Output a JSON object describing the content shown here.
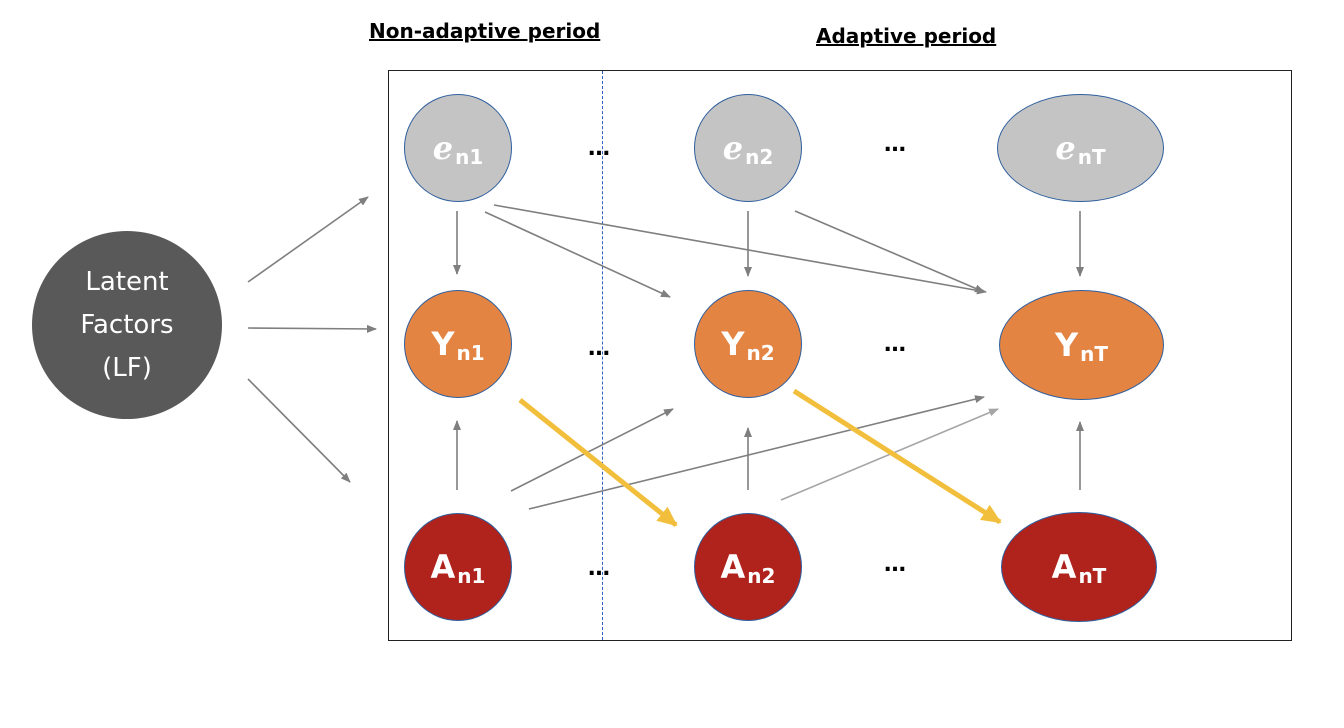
{
  "headers": {
    "non_adaptive": "Non-adaptive period",
    "adaptive": "Adaptive period"
  },
  "latent_factors": {
    "line1": "Latent",
    "line2": "Factors",
    "line3": "(LF)"
  },
  "nodes": {
    "e_n1": {
      "base": "e",
      "sub": "n1"
    },
    "e_n2": {
      "base": "e",
      "sub": "n2"
    },
    "e_nT": {
      "base": "e",
      "sub": "nT"
    },
    "y_n1": {
      "base": "Y",
      "sub": "n1"
    },
    "y_n2": {
      "base": "Y",
      "sub": "n2"
    },
    "y_nT": {
      "base": "Y",
      "sub": "nT"
    },
    "a_n1": {
      "base": "A",
      "sub": "n1"
    },
    "a_n2": {
      "base": "A",
      "sub": "n2"
    },
    "a_nT": {
      "base": "A",
      "sub": "nT"
    }
  },
  "ellipsis": "…",
  "colors": {
    "e_fill": "#c4c4c4",
    "y_fill": "#e38443",
    "a_fill": "#b0221c",
    "lf_fill": "#595959",
    "arrow_gray": "#7f7f7f",
    "arrow_yellow": "#f2bf3c",
    "divider": "#2f5fc4"
  }
}
